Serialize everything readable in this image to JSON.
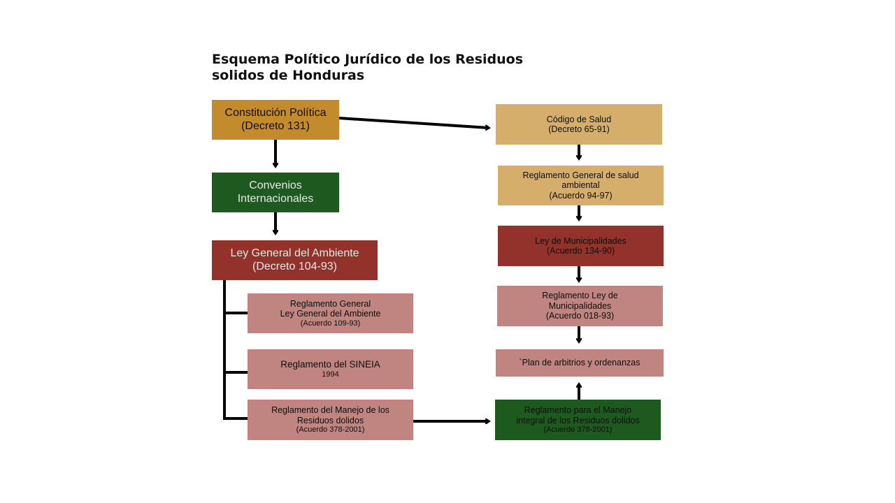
{
  "title": {
    "line1": "Esquema Político Jurídico de los Residuos",
    "line2": "solidos de Honduras"
  },
  "colors": {
    "ochre": "#c48b2c",
    "tan": "#d6ae6c",
    "dark_green": "#1e5a1f",
    "dark_red": "#93322a",
    "rose": "#c08580",
    "arrow": "#000000"
  },
  "nodes": {
    "constitucion": {
      "line1": "Constitución Política",
      "line2": "(Decreto 131)"
    },
    "convenios": {
      "line1": "Convenios",
      "line2": "Internacionales"
    },
    "ley_ambiente": {
      "line1": "Ley General del Ambiente",
      "line2": "(Decreto 104-93)"
    },
    "reglamento_general": {
      "line1": "Reglamento General",
      "line2": "Ley General del Ambiente",
      "line3": "(Acuerdo 109-93)"
    },
    "sineia": {
      "line1": "Reglamento del SINEIA",
      "line2": "1994"
    },
    "manejo_residuos": {
      "line1": "Reglamento del Manejo de los",
      "line2": "Residuos dolidos",
      "line3": "(Acuerdo 378-2001)"
    },
    "codigo_salud": {
      "line1": "Código de Salud",
      "line2": "(Decreto 65-91)"
    },
    "salud_ambiental": {
      "line1": "Reglamento General de salud",
      "line2": "ambiental",
      "line3": "(Acuerdo 94-97)"
    },
    "ley_municipalidades": {
      "line1": "Ley de Municipalidades",
      "line2": "(Acuerdo 134-90)"
    },
    "reglamento_municipalidades": {
      "line1": "Reglamento Ley de",
      "line2": "Municipalidades",
      "line3": "(Acuerdo 018-93)"
    },
    "plan_arbitrios": {
      "line1": "`Plan de arbitrios y ordenanzas"
    },
    "manejo_integral": {
      "line1": "Reglamento para el Manejo",
      "line2": "integral de los Residuos dolidos",
      "line3": "(Acuerdo 378-2001)"
    }
  }
}
